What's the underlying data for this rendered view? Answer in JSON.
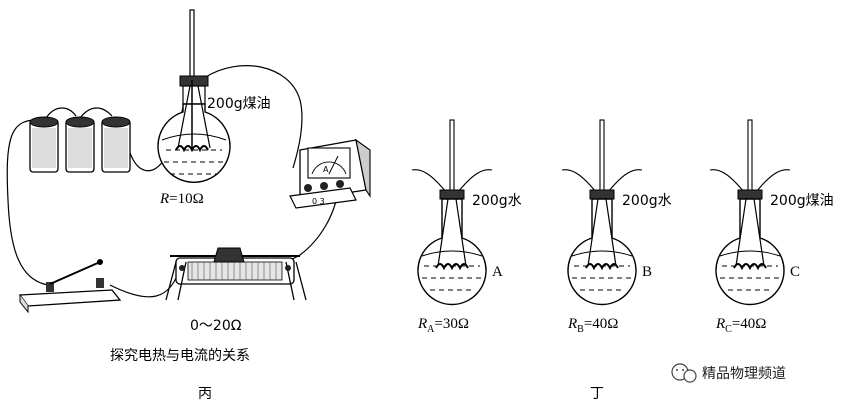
{
  "left": {
    "flask_label": "200g煤油",
    "resistor_label_var": "R",
    "resistor_label_val": "=10Ω",
    "rheostat_range": "0～20Ω",
    "meter_letter": "A",
    "meter_terminals": "0 3",
    "caption": "探究电热与电流的关系",
    "figure_label": "丙"
  },
  "right": {
    "flasks": [
      {
        "liquid": "200g水",
        "letter": "A",
        "r_var": "R",
        "r_sub": "A",
        "r_val": "=30Ω"
      },
      {
        "liquid": "200g水",
        "letter": "B",
        "r_var": "R",
        "r_sub": "B",
        "r_val": "=40Ω"
      },
      {
        "liquid": "200g煤油",
        "letter": "C",
        "r_var": "R",
        "r_sub": "C",
        "r_val": "=40Ω"
      }
    ],
    "figure_label": "丁"
  },
  "watermark": {
    "text": "精品物理频道",
    "icon": "wechat-icon"
  }
}
